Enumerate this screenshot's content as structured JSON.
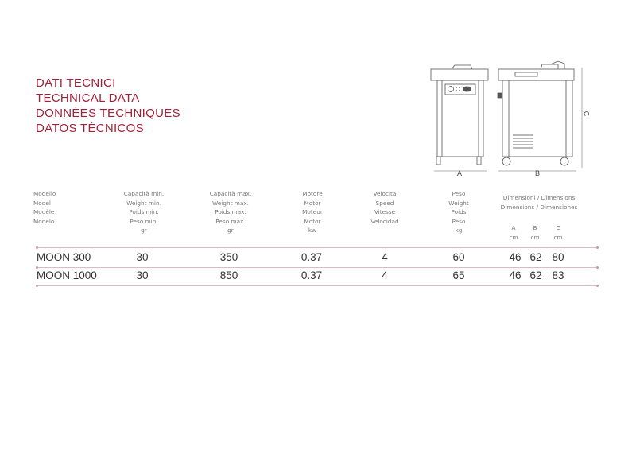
{
  "titles": [
    "DATI TECNICI",
    "TECHNICAL DATA",
    "DONNÉES TECHNIQUES",
    "DATOS TÉCNICOS"
  ],
  "drawing": {
    "label_a": "A",
    "label_b": "B",
    "label_c": "C"
  },
  "headers": {
    "model": [
      "Modello",
      "Model",
      "Modèle",
      "Modelo"
    ],
    "cap_min": [
      "Capacità min.",
      "Weight min.",
      "Poids min.",
      "Peso min.",
      "gr"
    ],
    "cap_max": [
      "Capacità max.",
      "Weight max.",
      "Poids max.",
      "Peso max.",
      "gr"
    ],
    "motor": [
      "Motore",
      "Motor",
      "Moteur",
      "Motor",
      "kw"
    ],
    "speed": [
      "Velocità",
      "Speed",
      "Vitesse",
      "Velocidad"
    ],
    "weight": [
      "Peso",
      "Weight",
      "Poids",
      "Peso",
      "kg"
    ],
    "dimensions": [
      "Dimensioni / Dimensions",
      "Dimensions / Dimensiones"
    ],
    "dim_a": [
      "A",
      "cm"
    ],
    "dim_b": [
      "B",
      "cm"
    ],
    "dim_c": [
      "C",
      "cm"
    ]
  },
  "rows": [
    {
      "model": "MOON 300",
      "cap_min": "30",
      "cap_max": "350",
      "motor": "0.37",
      "speed": "4",
      "weight": "60",
      "a": "46",
      "b": "62",
      "c": "80"
    },
    {
      "model": "MOON 1000",
      "cap_min": "30",
      "cap_max": "850",
      "motor": "0.37",
      "speed": "4",
      "weight": "65",
      "a": "46",
      "b": "62",
      "c": "83"
    }
  ],
  "colors": {
    "accent": "#a3203a"
  }
}
